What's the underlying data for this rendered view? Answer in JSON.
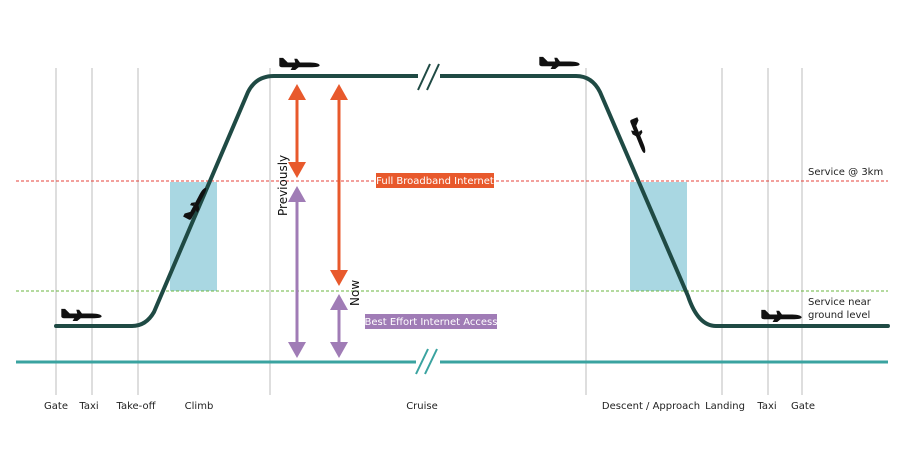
{
  "phases": {
    "gate_left": "Gate",
    "taxi_left": "Taxi",
    "takeoff": "Take-off",
    "climb": "Climb",
    "cruise": "Cruise",
    "descent": "Descent / Approach",
    "landing": "Landing",
    "taxi_right": "Taxi",
    "gate_right": "Gate"
  },
  "levels": {
    "service_3km": "Service @ 3km",
    "service_ground_line1": "Service near",
    "service_ground_line2": "ground level"
  },
  "badges": {
    "full_broadband": "Full Broadband Internet",
    "best_effort": "Best Effort Internet Access"
  },
  "arrows": {
    "previously": "Previously",
    "now": "Now"
  },
  "colors": {
    "flight_path": "#1f4a44",
    "ground_line": "#3aa3a0",
    "dashed_red": "#e4413a",
    "dashed_green": "#6ab43f",
    "orange": "#e8592c",
    "purple": "#a07cb6",
    "coverage": "#a9d7e2",
    "gridline": "#bdbdbd"
  },
  "icons": {
    "plane": "airplane-icon",
    "break": "axis-break-icon"
  }
}
